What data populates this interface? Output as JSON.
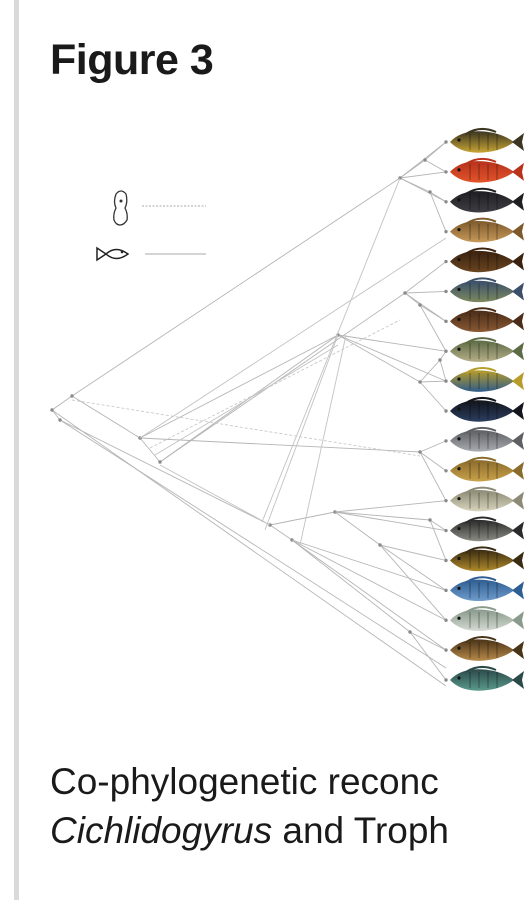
{
  "figure": {
    "title": "Figure 3"
  },
  "legend": {
    "icons": [
      "parasite-icon",
      "host-fish-icon"
    ]
  },
  "fish": {
    "count": 19,
    "colors": [
      [
        "#3b3522",
        "#c9a634"
      ],
      [
        "#b8321c",
        "#e2542a"
      ],
      [
        "#1f1f22",
        "#3d3d44"
      ],
      [
        "#7d5a2c",
        "#c89a5a"
      ],
      [
        "#3a220f",
        "#6a4520"
      ],
      [
        "#3b4f6b",
        "#7c8a5f"
      ],
      [
        "#4a2c17",
        "#8a5a35"
      ],
      [
        "#5c6b45",
        "#b7b08a"
      ],
      [
        "#b79c2a",
        "#2f5c8a"
      ],
      [
        "#12151c",
        "#2c3e60"
      ],
      [
        "#5d5f63",
        "#a9acb1"
      ],
      [
        "#8b6b2c",
        "#c9a24a"
      ],
      [
        "#8c8a74",
        "#d8d4bd"
      ],
      [
        "#2a2a2a",
        "#8d8d86"
      ],
      [
        "#3a2c12",
        "#b08a2c"
      ],
      [
        "#2f5e92",
        "#6f9ccc"
      ],
      [
        "#8a9a8c",
        "#d4dad2"
      ],
      [
        "#4a3418",
        "#b88a4a"
      ],
      [
        "#2c4a4a",
        "#5a9a8c"
      ]
    ]
  },
  "caption": {
    "line1": "Co-phylogenetic reconc",
    "line2_italic": "Cichlidogyrus",
    "line2_rest": " and Troph"
  }
}
